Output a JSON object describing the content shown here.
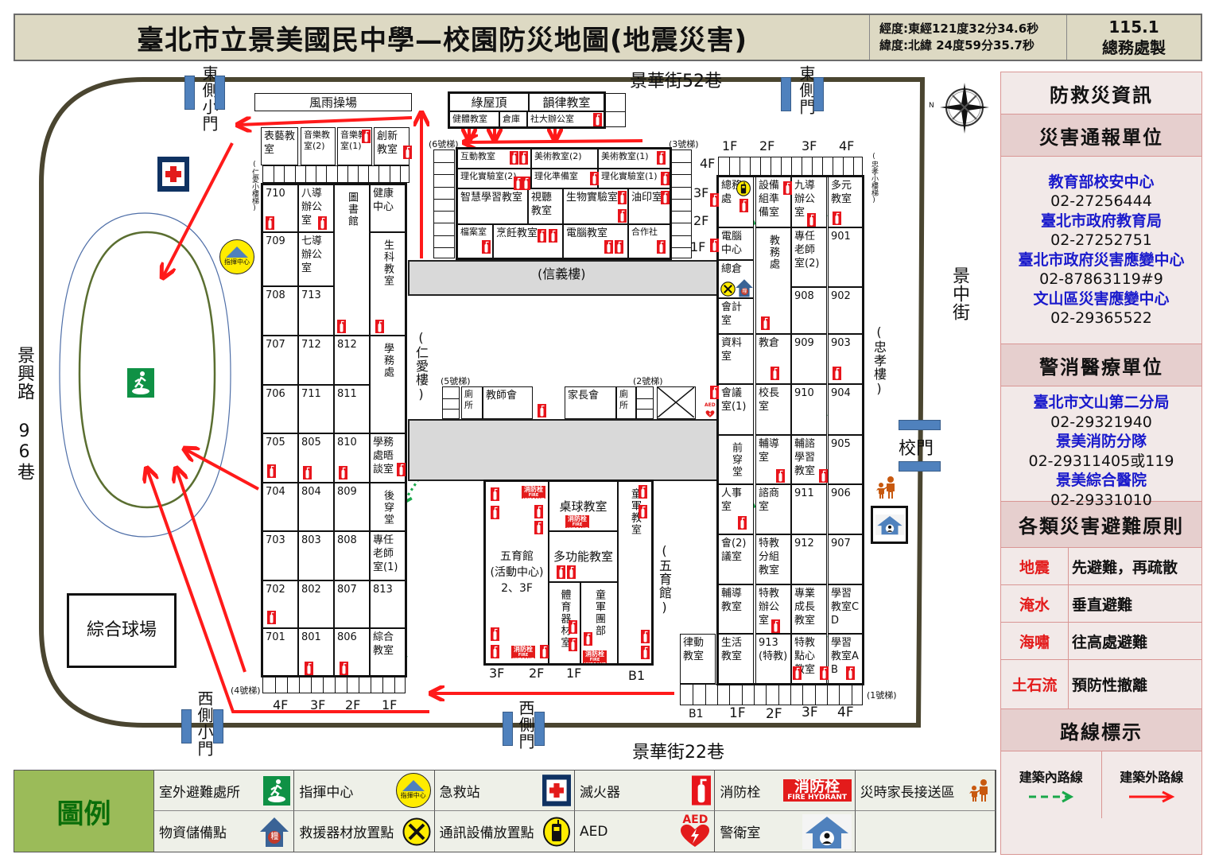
{
  "header": {
    "title": "臺北市立景美國民中學—校園防災地圖(地震災害)",
    "longitude": "經度:東經121度32分34.6秒",
    "latitude": "緯度:北緯  24度59分35.7秒",
    "version": "115.1",
    "maker": "總務處製"
  },
  "streets": {
    "north": "景華街52巷",
    "south": "景華街22巷",
    "east": "景中街",
    "west": "景興路 96巷"
  },
  "gates": {
    "east_small": "東側小門",
    "east": "東側門",
    "west_small": "西側小門",
    "west": "西側門",
    "main": "校門"
  },
  "grounds": {
    "court": "綜合球場",
    "compass_n": "N"
  },
  "buildings": {
    "xinyi": "(信義樓)",
    "renai": "(仁愛樓)",
    "zhongxiao": "(忠孝樓)",
    "wuyu": "(五育館)"
  },
  "stairs": {
    "s1": "(1號梯)",
    "s2": "(2號梯)",
    "s3": "(3號梯)",
    "s4": "(4號梯)",
    "s5": "(5號梯)",
    "s6": "(6號梯)",
    "renai_small": "(仁愛小樓梯)",
    "zhongxiao_small": "(忠孝小樓梯)"
  },
  "floors": {
    "north": [
      "4F",
      "3F",
      "2F",
      "1F"
    ],
    "east_top": [
      "1F",
      "2F",
      "3F",
      "4F"
    ],
    "west_bottom": [
      "4F",
      "3F",
      "2F",
      "1F"
    ],
    "east_bottom": [
      "B1",
      "1F",
      "2F",
      "3F",
      "4F"
    ],
    "wuyu": [
      "3F",
      "2F",
      "1F",
      "B1"
    ]
  },
  "rooms": {
    "west": [
      "710",
      "709",
      "708",
      "707",
      "706",
      "705",
      "704",
      "703",
      "702",
      "701",
      "八導辦公室",
      "七導辦公室",
      "713",
      "712",
      "711",
      "805",
      "804",
      "803",
      "802",
      "801",
      "圖書館",
      "812",
      "811",
      "810",
      "809",
      "808",
      "807",
      "806",
      "健康中心",
      "生科教室",
      "學務處",
      "學務處晤談室",
      "後穿堂",
      "專任老師室(1)",
      "813",
      "綜合教室"
    ],
    "north": [
      "風雨操場",
      "表藝教室",
      "音樂教室(2)",
      "音樂教室(1)",
      "創新教室",
      "綠屋頂",
      "韻律教室",
      "健體教室",
      "倉庫",
      "社大辦公室",
      "互動教室",
      "美術教室(2)",
      "美術教室(1)",
      "理化實驗室(2)",
      "理化準備室",
      "理化實驗室(1)",
      "智慧學習教室",
      "視聽教室",
      "生物實驗室",
      "油印室",
      "檔案室",
      "烹飪教室",
      "電腦教室",
      "合作社"
    ],
    "middle": [
      "廁所",
      "教師會",
      "家長會",
      "廁所"
    ],
    "wuyu": [
      "五育館",
      "(活動中心)",
      "2、3F",
      "桌球教室",
      "多功能教室",
      "體育器材室",
      "童軍團部",
      "童軍教室",
      "律動教室"
    ],
    "east": [
      "總務處",
      "電腦中心",
      "總倉",
      "會計室",
      "資料室",
      "會議室(1)",
      "前穿堂",
      "人事室",
      "會(2)議室",
      "輔導教室",
      "生活教室",
      "設備組準備室",
      "教務處",
      "教倉",
      "校長室",
      "輔導室",
      "諮商室",
      "特教分組教室",
      "特教辦公室",
      "913(特教)",
      "九導辦公室",
      "專任老師室(2)",
      "908",
      "909",
      "910",
      "輔諮學習教室",
      "911",
      "912",
      "專業成長教室",
      "特教點心教室",
      "多元教室",
      "901",
      "902",
      "903",
      "904",
      "905",
      "906",
      "907",
      "學習教室CD",
      "學習教室AB"
    ]
  },
  "icons": {
    "command_text": "指揮中心",
    "supply_text": "糧",
    "aed_text": "AED",
    "hydrant_zh": "消防栓",
    "hydrant_en": "FIRE HYDRANT"
  },
  "panel": {
    "title": "防救災資訊",
    "report_title": "災害通報單位",
    "report": [
      {
        "org": "教育部校安中心",
        "phone": "02-27256444"
      },
      {
        "org": "臺北市政府教育局",
        "phone": "02-27252751"
      },
      {
        "org": "臺北市政府災害應變中心",
        "phone": "02-87863119#9"
      },
      {
        "org": "文山區災害應變中心",
        "phone": "02-29365522"
      }
    ],
    "emergency_title": "警消醫療單位",
    "emergency": [
      {
        "org": "臺北市文山第二分局",
        "phone": "02-29321940"
      },
      {
        "org": "景美消防分隊",
        "phone": "02-29311405或119"
      },
      {
        "org": "景美綜合醫院",
        "phone": "02-29331010"
      }
    ],
    "principles_title": "各類災害避難原則",
    "principles": [
      {
        "hazard": "地震",
        "rule": "先避難，再疏散"
      },
      {
        "hazard": "淹水",
        "rule": "垂直避難"
      },
      {
        "hazard": "海嘯",
        "rule": "往高處避難"
      },
      {
        "hazard": "土石流",
        "rule": "預防性撤離"
      }
    ],
    "routes_title": "路線標示",
    "route_inside": "建築內路線",
    "route_outside": "建築外路線"
  },
  "legend": {
    "title": "圖例",
    "items": [
      {
        "label": "室外避難處所",
        "icon": "evacuation-site-icon"
      },
      {
        "label": "指揮中心",
        "icon": "command-center-icon"
      },
      {
        "label": "急救站",
        "icon": "first-aid-icon"
      },
      {
        "label": "滅火器",
        "icon": "fire-extinguisher-icon"
      },
      {
        "label": "消防栓",
        "icon": "fire-hydrant-icon"
      },
      {
        "label": "災時家長接送區",
        "icon": "parent-pickup-icon"
      },
      {
        "label": "物資儲備點",
        "icon": "supply-storage-icon"
      },
      {
        "label": "救援器材放置點",
        "icon": "rescue-tools-icon"
      },
      {
        "label": "通訊設備放置點",
        "icon": "radio-icon"
      },
      {
        "label": "AED",
        "icon": "aed-icon"
      },
      {
        "label": "警衛室",
        "icon": "guard-room-icon"
      },
      {
        "label": "",
        "icon": ""
      }
    ]
  },
  "colors": {
    "outdoor_route": "#ff1a1a",
    "indoor_route": "#1aa84a",
    "wall": "#4a4530",
    "gate": "#4f81bd",
    "header_bg": "#ddd9c3",
    "legend_title_bg": "#9bbb59",
    "panel_bg": "#f2e9e8"
  }
}
